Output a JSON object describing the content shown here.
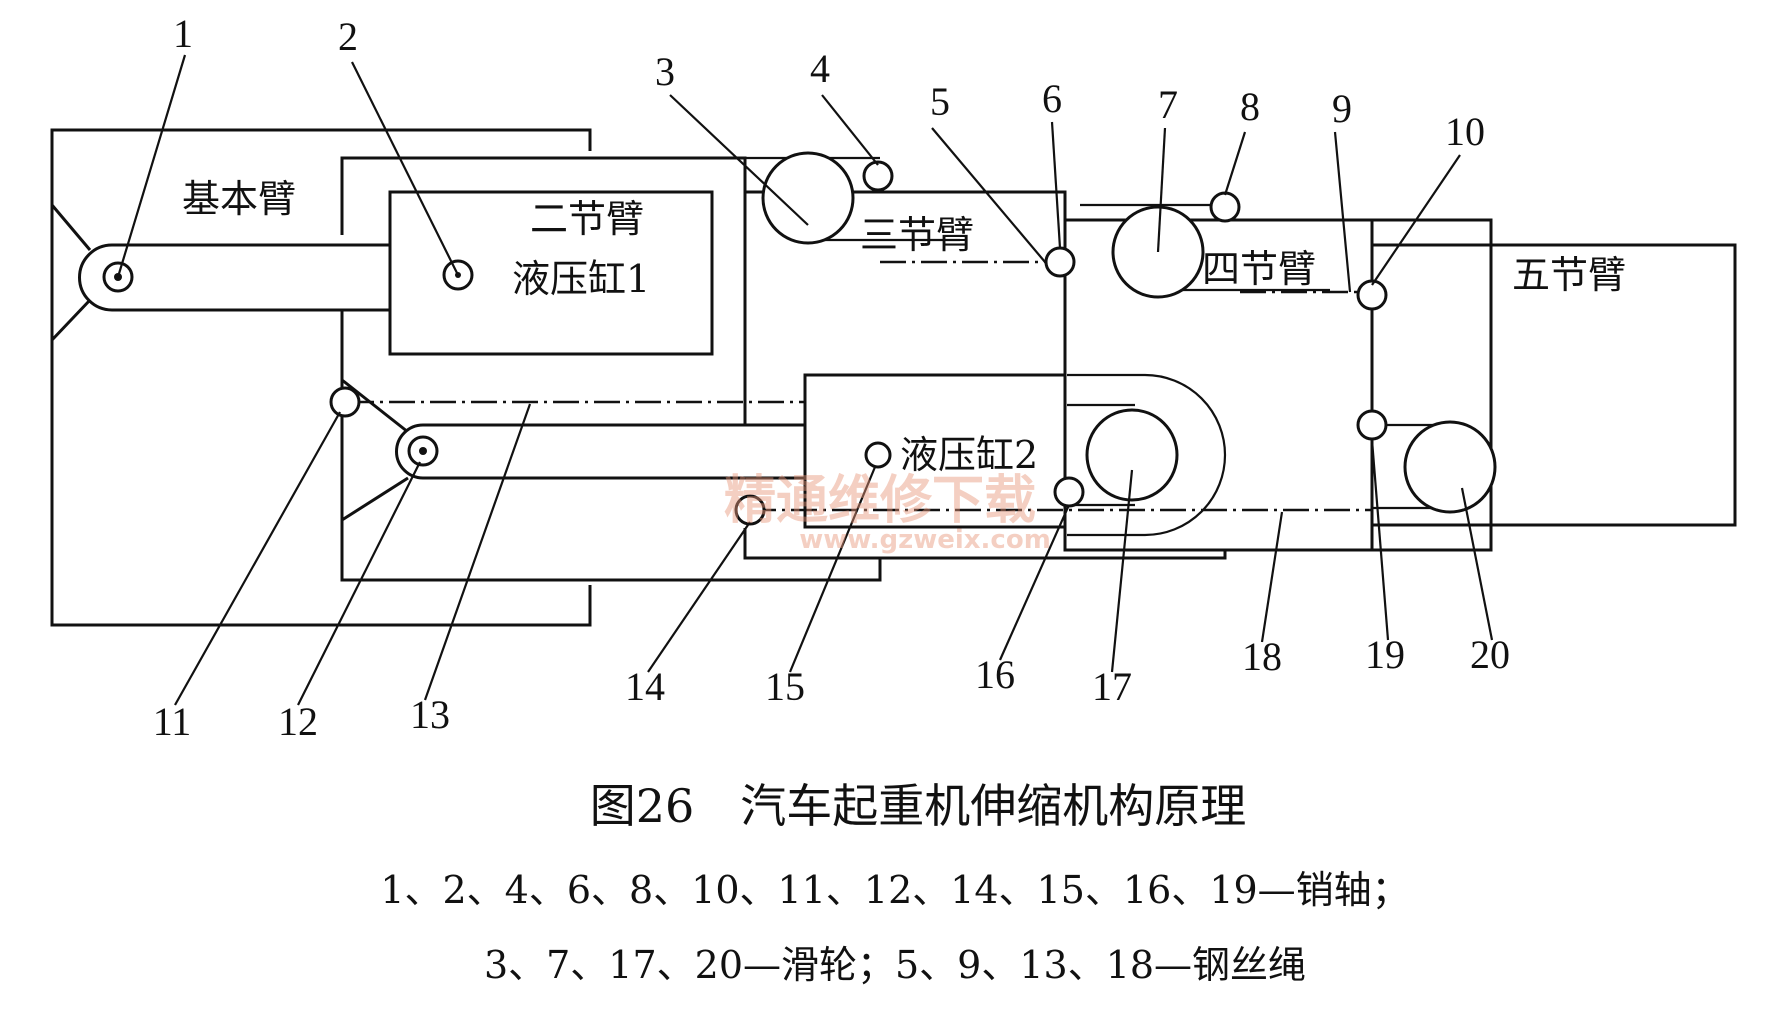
{
  "labels": {
    "basic_arm": "基本臂",
    "second_arm": "二节臂",
    "cylinder_1": "液压缸1",
    "third_arm": "三节臂",
    "fourth_arm": "四节臂",
    "fifth_arm": "五节臂",
    "cylinder_2": "液压缸2"
  },
  "callouts": [
    "1",
    "2",
    "3",
    "4",
    "5",
    "6",
    "7",
    "8",
    "9",
    "10",
    "11",
    "12",
    "13",
    "14",
    "15",
    "16",
    "17",
    "18",
    "19",
    "20"
  ],
  "watermark": {
    "main": "精通维修下载",
    "url": "www.gzweix.com"
  },
  "caption": {
    "figure_title": "图26　汽车起重机伸缩机构原理",
    "legend_line_1": "1、2、4、6、8、10、11、12、14、15、16、19—销轴；",
    "legend_line_2": "3、7、17、20—滑轮；5、9、13、18—钢丝绳"
  }
}
